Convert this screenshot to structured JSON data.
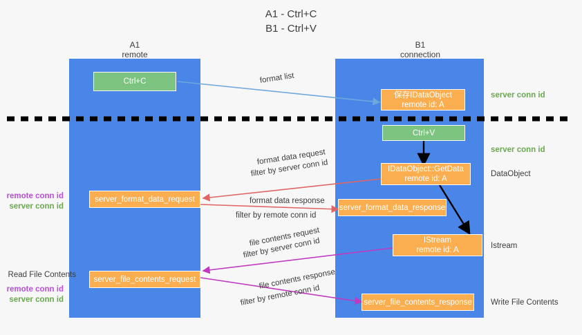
{
  "title": {
    "line1": "A1 - Ctrl+C",
    "line2": "B1 - Ctrl+V"
  },
  "lanes": [
    {
      "name": "A1",
      "sub": "remote"
    },
    {
      "name": "B1",
      "sub": "connection"
    }
  ],
  "colors": {
    "lane": "#4a86e8",
    "green_box": "#7cc47f",
    "orange_box": "#fbae4f",
    "green_text": "#6aa84f",
    "purple_text": "#b84fd8",
    "blue_arrow": "#6fa8dc",
    "red_arrow": "#e06666",
    "magenta_arrow": "#c039c0",
    "black_arrow": "#000000",
    "divider": "#000000",
    "background": "#f7f7f7"
  },
  "boxes": {
    "ctrl_c": {
      "label": "Ctrl+C"
    },
    "ctrl_v": {
      "label": "Ctrl+V"
    },
    "save_idataobject": {
      "line1": "保存IDataObject",
      "line2": "remote id: A"
    },
    "getdata": {
      "line1": "IDataObject::GetData",
      "line2": "remote id: A"
    },
    "istream": {
      "line1": "IStream",
      "line2": "remote id: A"
    },
    "server_format_data_request": {
      "label": "server_format_data_request"
    },
    "server_format_data_response": {
      "label": "server_format_data_response"
    },
    "server_file_contents_request": {
      "label": "server_file_contents_request"
    },
    "server_file_contents_response": {
      "label": "server_file_contents_response"
    }
  },
  "arrow_labels": {
    "format_list": "format list",
    "format_data_request": "format data request",
    "format_data_request_filter_prefix": "filter by",
    "format_data_request_filter_value": "server conn id",
    "format_data_response": "format data response",
    "format_data_response_filter_prefix": "filter by",
    "format_data_response_filter_value": "remote conn id",
    "file_contents_request": "file contents request",
    "file_contents_request_filter_prefix": "filter by",
    "file_contents_request_filter_value": "server conn id",
    "file_contents_response": "file contents response",
    "file_contents_response_filter_prefix": "filter by",
    "file_contents_response_filter_value": "remote conn id"
  },
  "right_notes": {
    "server_conn_id_top": "server conn id",
    "server_conn_id_mid": "server conn id",
    "dataobject": "DataObject",
    "istream": "Istream",
    "write_file_contents": "Write File Contents"
  },
  "left_notes": {
    "group1": {
      "remote": "remote conn id",
      "server": "server conn id"
    },
    "read_file_contents": "Read File Contents",
    "group2": {
      "remote": "remote conn id",
      "server": "server conn id"
    }
  }
}
